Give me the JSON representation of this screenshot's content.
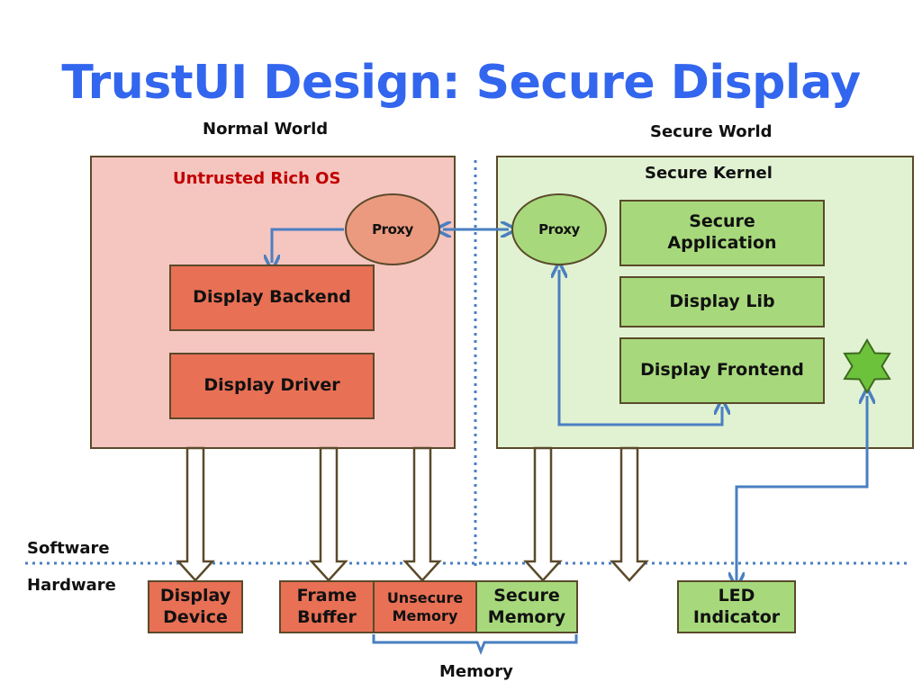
{
  "title": "TrustUI Design: Secure Display",
  "worlds": {
    "normal": "Normal World",
    "secure": "Secure World"
  },
  "normal_pane": {
    "heading": "Untrusted Rich OS",
    "proxy": "Proxy",
    "display_backend": "Display Backend",
    "display_driver": "Display Driver"
  },
  "secure_pane": {
    "heading": "Secure Kernel",
    "proxy": "Proxy",
    "secure_application": "Secure Application",
    "display_lib": "Display Lib",
    "display_frontend": "Display Frontend"
  },
  "layers": {
    "software": "Software",
    "hardware": "Hardware"
  },
  "hardware": {
    "display_device": "Display Device",
    "frame_buffer": "Frame Buffer",
    "unsecure_memory": "Unsecure Memory",
    "secure_memory": "Secure Memory",
    "led_indicator": "LED Indicator",
    "memory_label": "Memory"
  },
  "colors": {
    "title": "#3366ee",
    "untrusted_pane": "#f5c5c0",
    "untrusted_box": "#e87055",
    "secure_pane": "#e1f2d2",
    "secure_box": "#a7d97c",
    "heading_red": "#c00000",
    "connector_blue": "#4a7fc1"
  }
}
